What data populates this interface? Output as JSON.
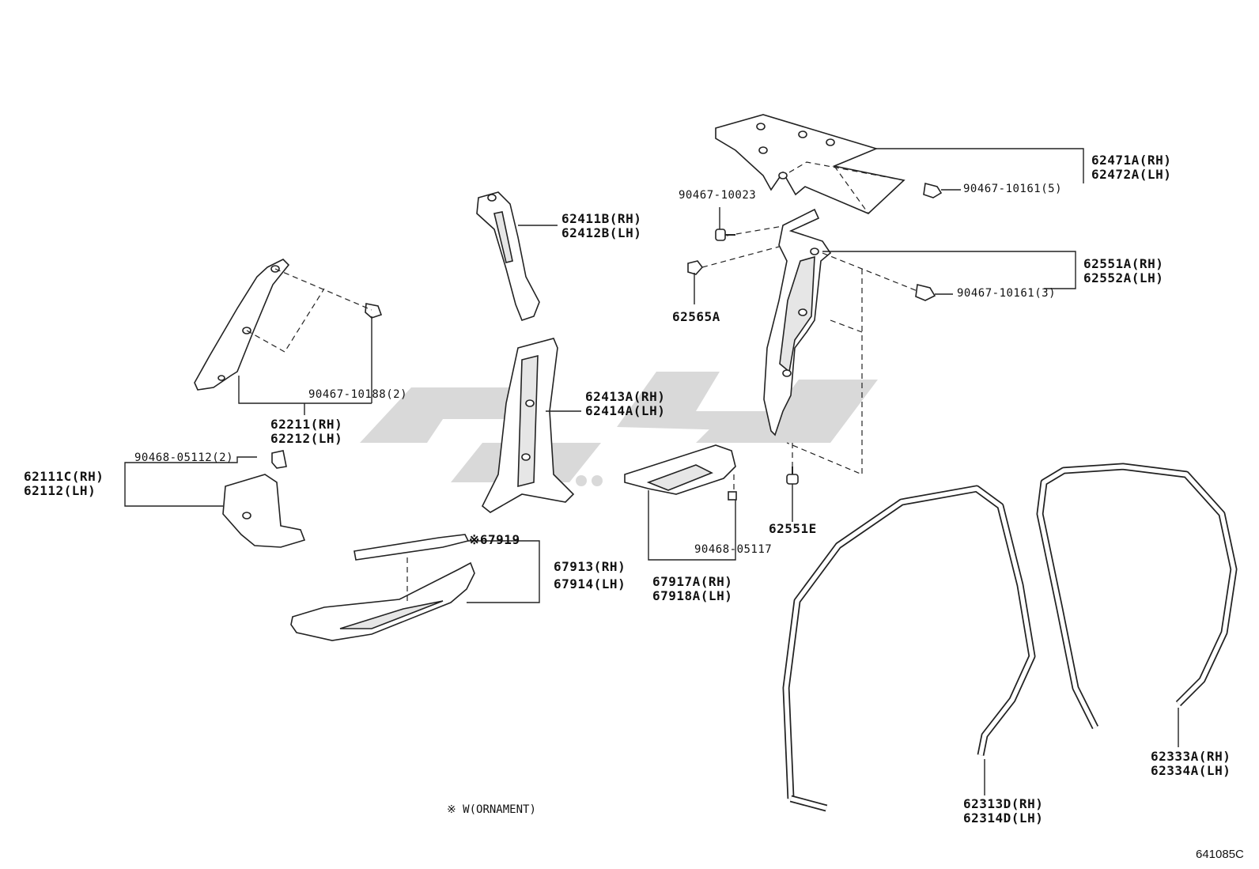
{
  "parts": {
    "p_62471": {
      "rh": "62471A(RH)",
      "lh": "62472A(LH)"
    },
    "p_90467_10161_5": "90467-10161(5)",
    "p_90467_10023": "90467-10023",
    "p_62411": {
      "rh": "62411B(RH)",
      "lh": "62412B(LH)"
    },
    "p_62551": {
      "rh": "62551A(RH)",
      "lh": "62552A(LH)"
    },
    "p_90467_10161_3": "90467-10161(3)",
    "p_62565": "62565A",
    "p_90467_10188": "90467-10188(2)",
    "p_62211": {
      "rh": "62211(RH)",
      "lh": "62212(LH)"
    },
    "p_62413": {
      "rh": "62413A(RH)",
      "lh": "62414A(LH)"
    },
    "p_90468_05112": "90468-05112(2)",
    "p_62111": {
      "rh": "62111C(RH)",
      "lh": "62112(LH)"
    },
    "p_67919": "※67919",
    "p_67913": {
      "rh": "67913(RH)",
      "lh": "67914(LH)"
    },
    "p_90468_05117": "90468-05117",
    "p_67917": {
      "rh": "67917A(RH)",
      "lh": "67918A(LH)"
    },
    "p_62551E": "62551E",
    "p_62313": {
      "rh": "62313D(RH)",
      "lh": "62314D(LH)"
    },
    "p_62333": {
      "rh": "62333A(RH)",
      "lh": "62334A(LH)"
    }
  },
  "footnote": "※ W(ORNAMENT)",
  "diagram_code": "641085C",
  "colors": {
    "line": "#222222",
    "watermark": "#d9d9d9"
  }
}
